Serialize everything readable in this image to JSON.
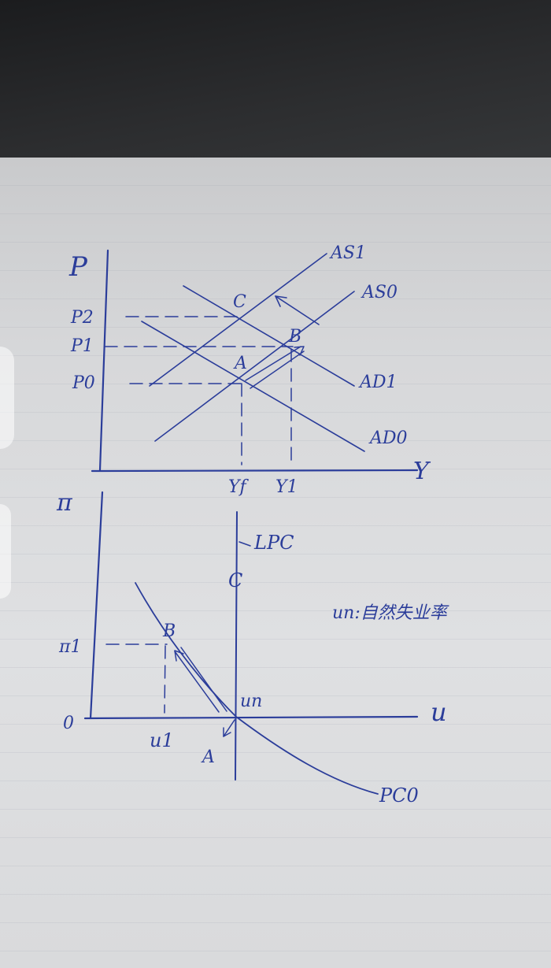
{
  "top_graph": {
    "y_axis_label": "P",
    "x_axis_label": "Y",
    "price_levels": [
      "P0",
      "P1",
      "P2"
    ],
    "output_levels": [
      "Yf",
      "Y1"
    ],
    "curves": [
      "AS1",
      "AS0",
      "AD1",
      "AD0"
    ],
    "points": [
      "A",
      "B",
      "C"
    ]
  },
  "bottom_graph": {
    "y_axis_label": "π",
    "x_axis_label": "u",
    "origin_label": "0",
    "inflation_levels": [
      "π1"
    ],
    "unemployment_levels": [
      "u1",
      "un"
    ],
    "curves": [
      "PC0",
      "LPC"
    ],
    "points": [
      "A",
      "B",
      "C"
    ],
    "note": "un:自然失业率"
  },
  "colors": {
    "ink": "#2b3d9a",
    "paper": "#dcdde0",
    "background": "#2a2b2d"
  }
}
